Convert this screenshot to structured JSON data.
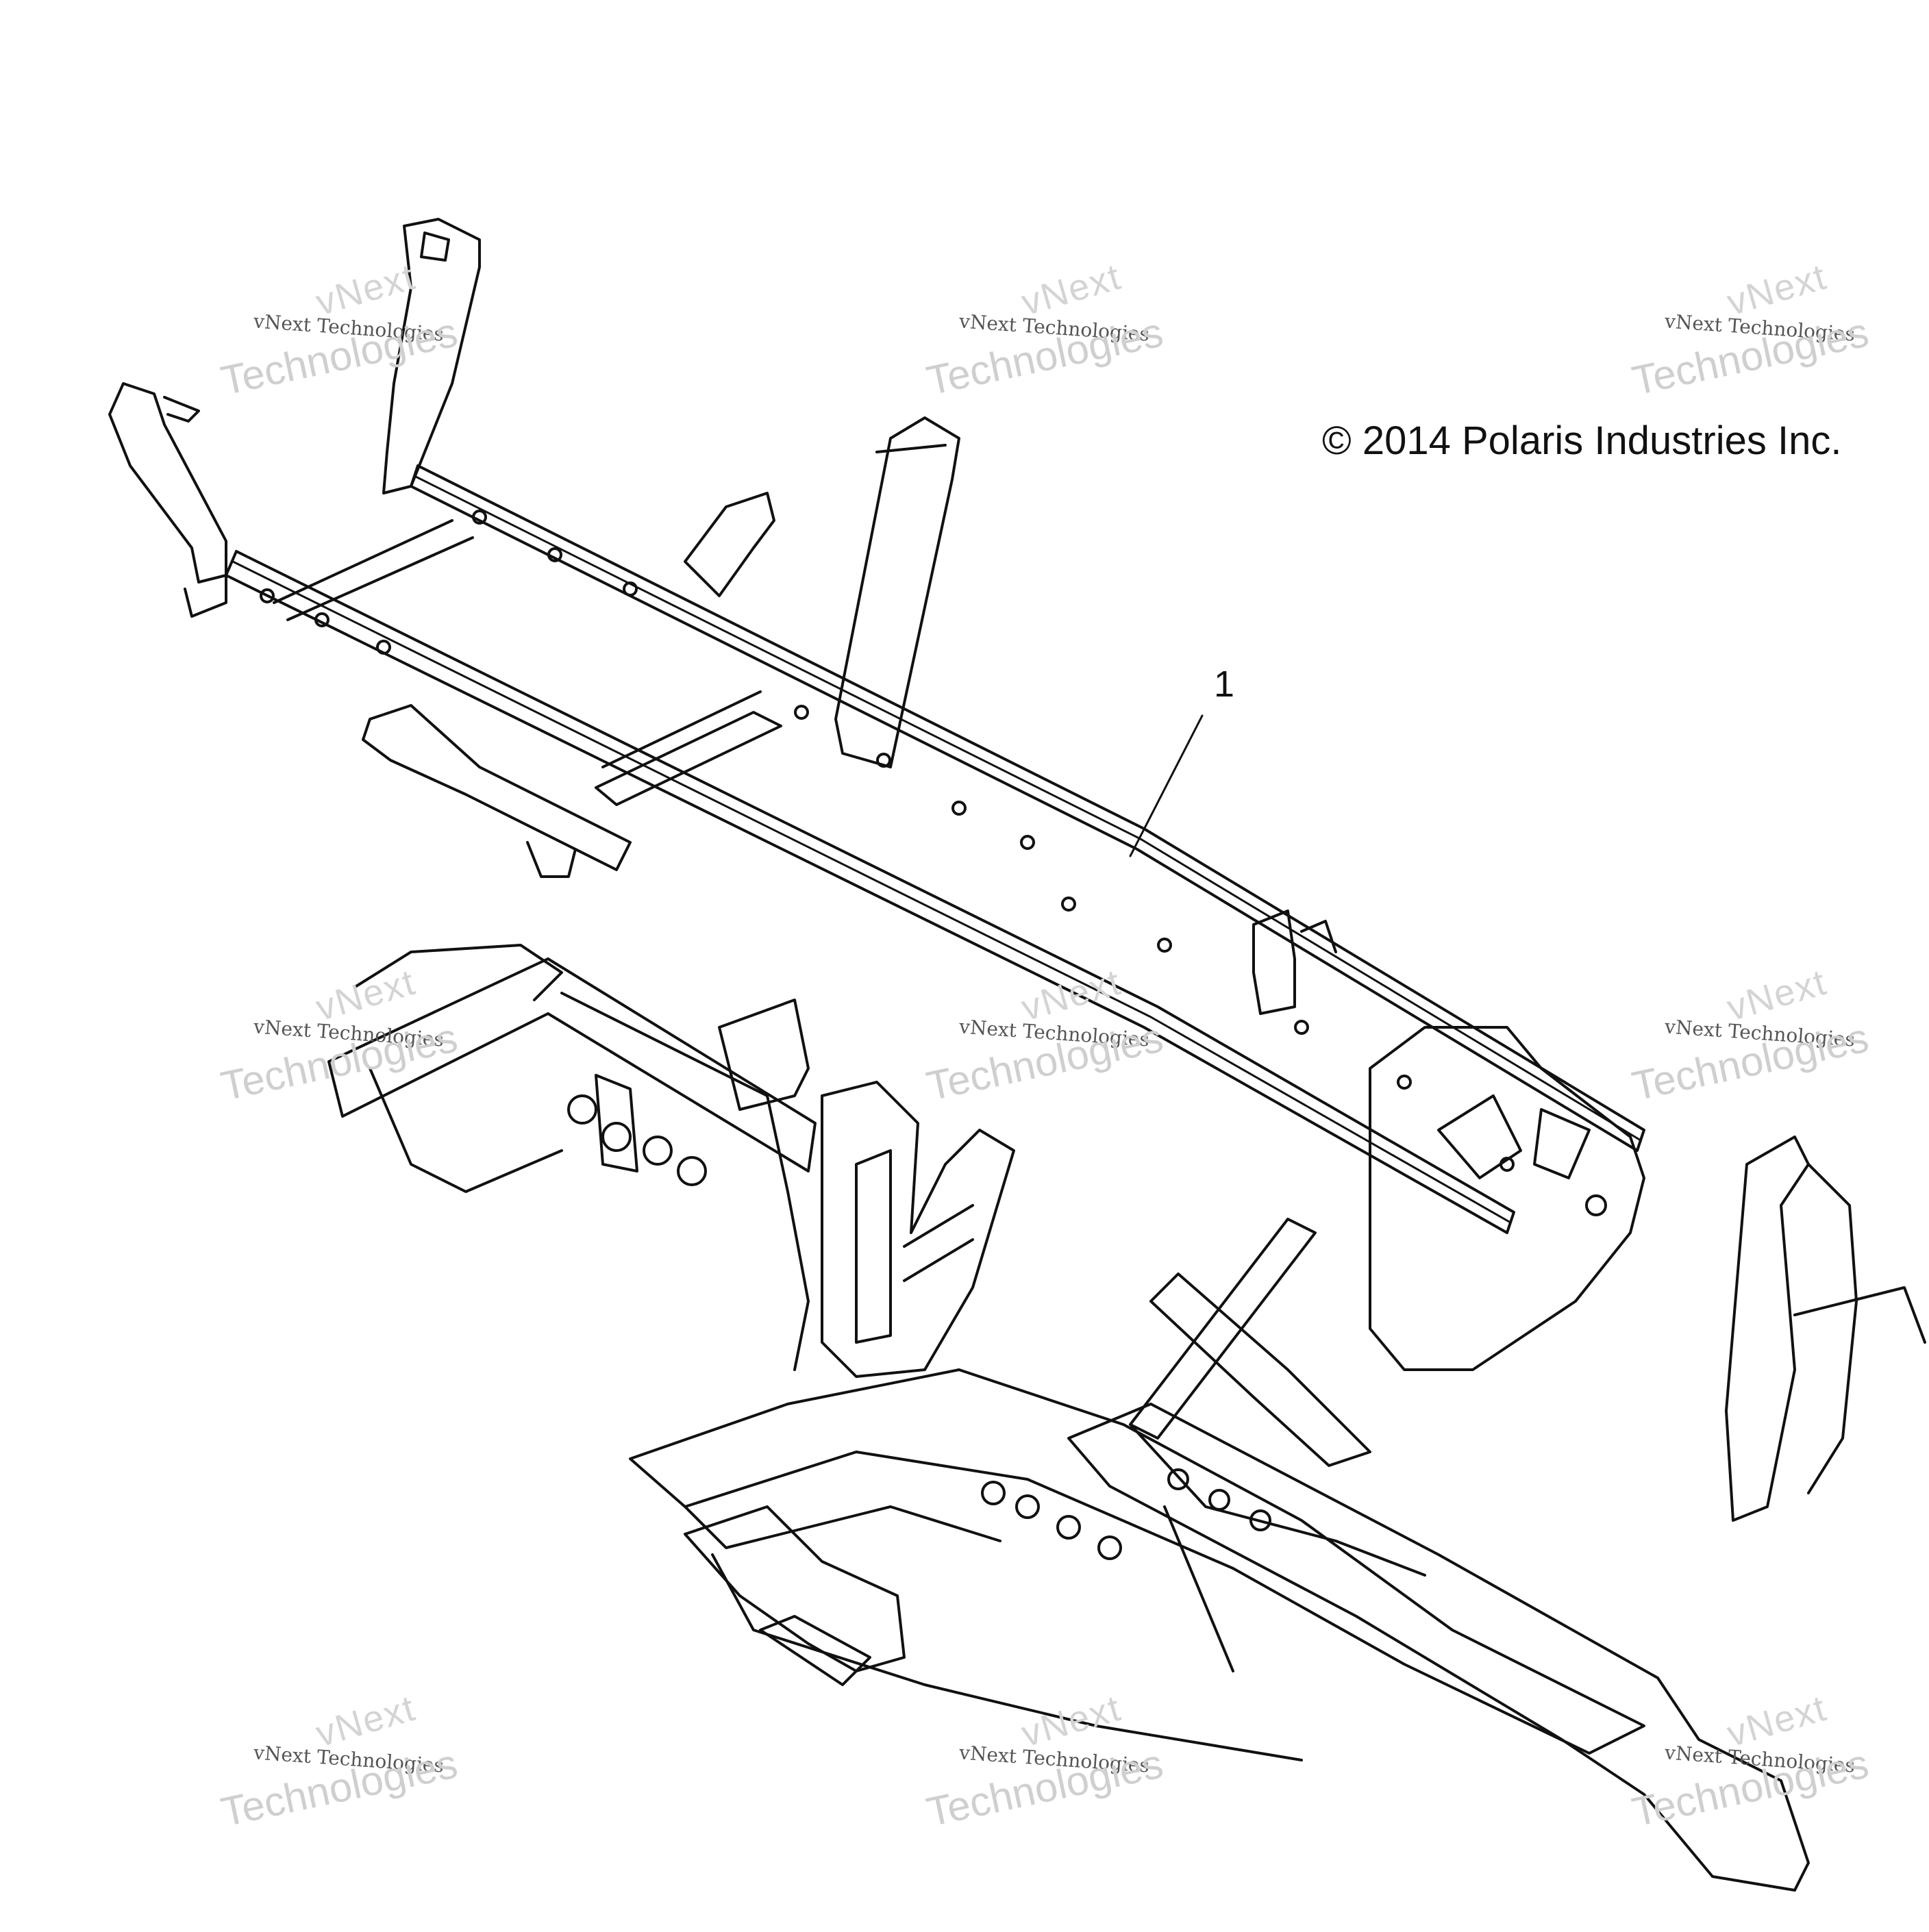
{
  "copyright": "© 2014 Polaris Industries Inc.",
  "callouts": [
    {
      "number": "1"
    }
  ],
  "watermark": {
    "brand_short": "vNext",
    "brand_full": "vNext Technologies",
    "brand_tail": "Technologies"
  },
  "line_color": "#111111",
  "background_color": "#ffffff"
}
